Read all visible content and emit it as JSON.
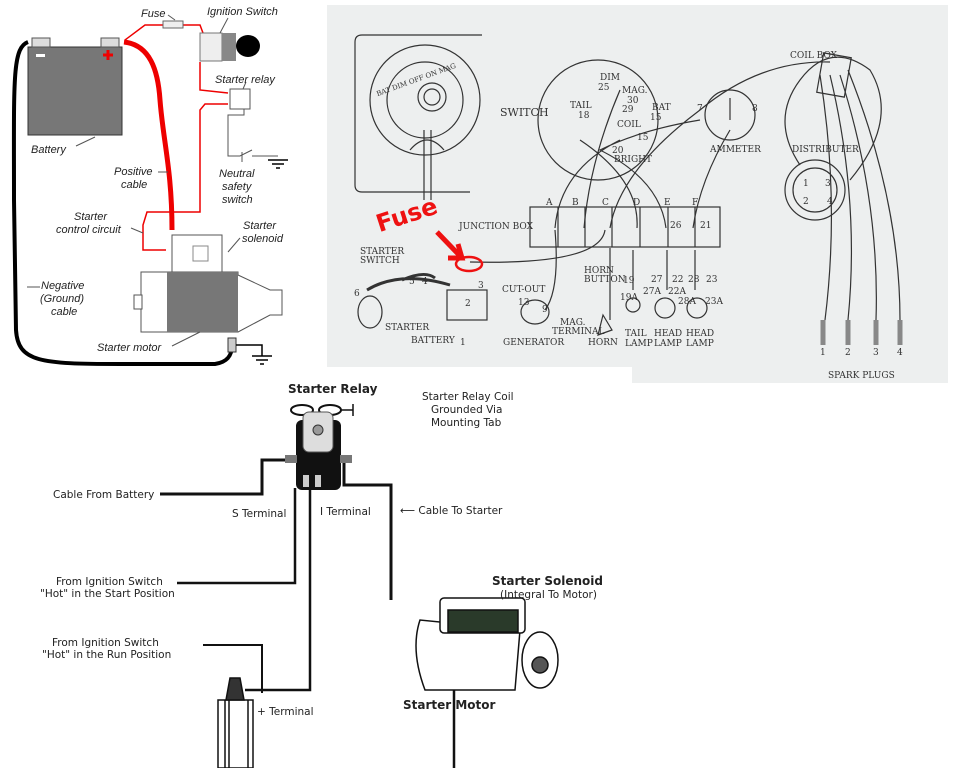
{
  "panel_modern": {
    "labels": {
      "fuse": "Fuse",
      "ignition_switch": "Ignition Switch",
      "starter_relay": "Starter relay",
      "battery": "Battery",
      "positive_cable_1": "Positive",
      "positive_cable_2": "cable",
      "neutral_1": "Neutral",
      "neutral_2": "safety",
      "neutral_3": "switch",
      "control_1": "Starter",
      "control_2": "control circuit",
      "solenoid_1": "Starter",
      "solenoid_2": "solenoid",
      "negative_1": "Negative",
      "negative_2": "(Ground)",
      "negative_3": "cable",
      "starter_motor": "Starter motor"
    },
    "colors": {
      "positive": "#ee0000",
      "negative": "#000000",
      "battery": "#777777"
    }
  },
  "panel_vintage": {
    "switch_positions": "BAT DIM OFF ON MAG",
    "switch_label": "SWITCH",
    "dim": "DIM",
    "n25": "25",
    "mag": "MAG.",
    "n30": "30",
    "tail": "TAIL",
    "n18": "18",
    "n29": "29",
    "coil": "COIL",
    "bat": "BAT",
    "n15": "15",
    "n15b": "15",
    "n20": "20",
    "bright": "BRIGHT",
    "n7": "7",
    "n8": "8",
    "ammeter": "AMMETER",
    "coil_box": "COIL BOX",
    "distributer": "DISTRIBUTER",
    "dist_numbers": [
      "1",
      "2",
      "3",
      "4"
    ],
    "junction_box": "JUNCTION BOX",
    "junction_letters": [
      "A",
      "B",
      "C",
      "D",
      "E",
      "F"
    ],
    "n26": "26",
    "n21": "21",
    "starter_switch_1": "STARTER",
    "starter_switch_2": "SWITCH",
    "n5": "5",
    "n4": "4",
    "n6": "6",
    "n3": "3",
    "n2": "2",
    "n1": "1",
    "starter": "STARTER",
    "battery": "BATTERY",
    "cut_out": "CUT-OUT",
    "n13": "13",
    "n9": "9",
    "generator": "GENERATOR",
    "horn_button_1": "HORN",
    "horn_button_2": "BUTTON",
    "mag_terminal_1": "MAG.",
    "mag_terminal_2": "TERMINAL",
    "horn": "HORN",
    "n19": "19",
    "n19a": "19A",
    "n27": "27",
    "n22": "22",
    "n27a": "27A",
    "n22a": "22A",
    "n28": "28",
    "n23": "23",
    "n28a": "28A",
    "n23a": "23A",
    "tail_lamp_1": "TAIL",
    "tail_lamp_2": "LAMP",
    "head_lamp_1": "HEAD",
    "head_lamp_2": "LAMP",
    "head_lamp2_1": "HEAD",
    "head_lamp2_2": "LAMP",
    "spark_numbers": [
      "1",
      "2",
      "3",
      "4"
    ],
    "spark_plugs": "SPARK PLUGS",
    "annotation": "Fuse",
    "annotation_color": "#ee1111"
  },
  "panel_relay": {
    "title": "Starter Relay",
    "coil_ground_1": "Starter Relay Coil",
    "coil_ground_2": "Grounded Via",
    "coil_ground_3": "Mounting Tab",
    "cable_from_battery": "Cable From Battery",
    "s_terminal": "S Terminal",
    "i_terminal": "I Terminal",
    "cable_to_starter": "Cable To Starter",
    "ign_start_1": "From Ignition Switch",
    "ign_start_2": "\"Hot\" in the Start Position",
    "ign_run_1": "From Ignition Switch",
    "ign_run_2": "\"Hot\" in the Run Position",
    "solenoid_title": "Starter Solenoid",
    "solenoid_sub": "(Integral To Motor)",
    "plus_terminal": "+ Terminal",
    "starter_motor": "Starter Motor"
  }
}
